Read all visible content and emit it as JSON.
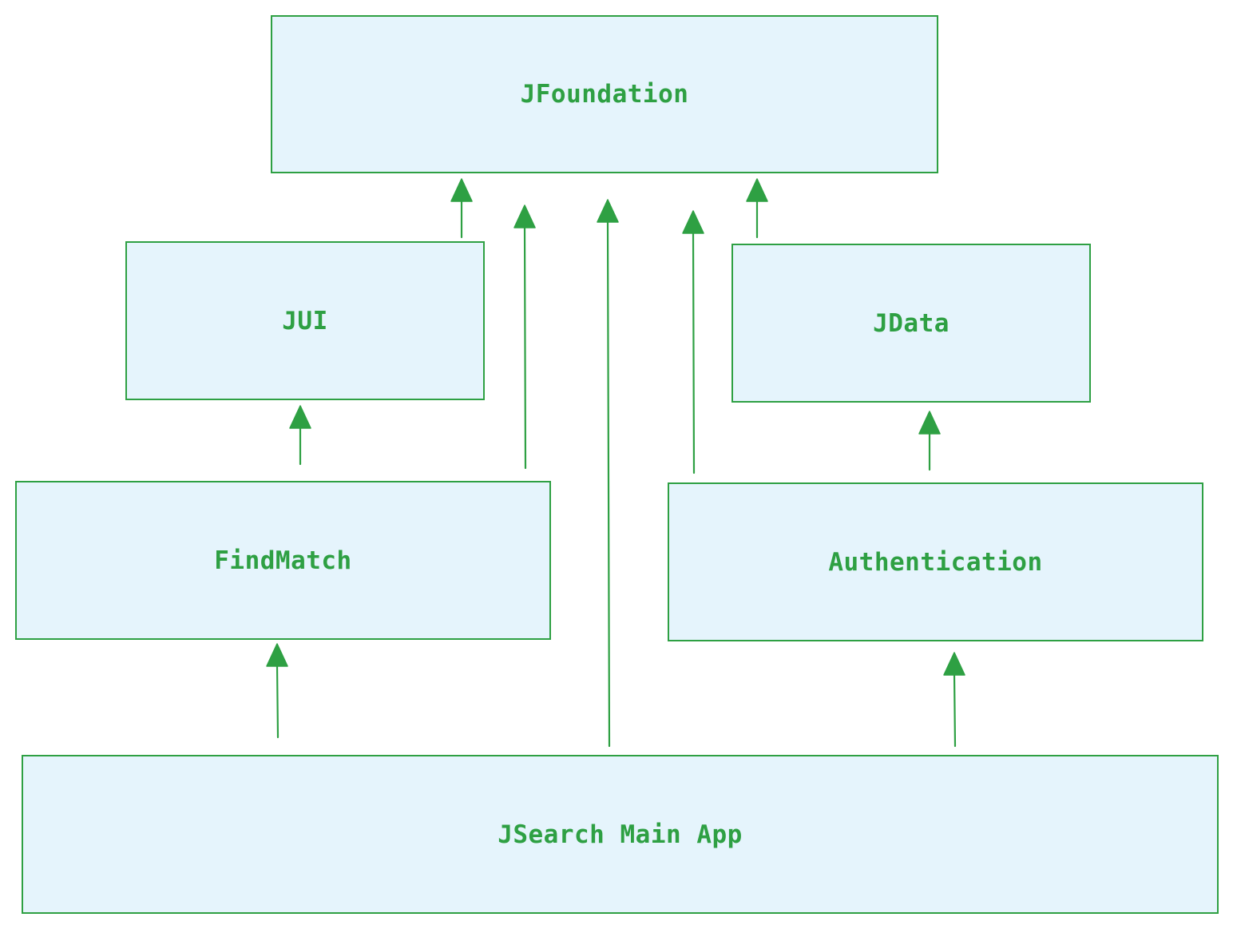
{
  "diagram": {
    "nodes": {
      "jfoundation": "JFoundation",
      "jui": "JUI",
      "jdata": "JData",
      "findmatch": "FindMatch",
      "authentication": "Authentication",
      "main": "JSearch Main App"
    },
    "edges": [
      {
        "from": "JUI",
        "to": "JFoundation"
      },
      {
        "from": "FindMatch",
        "to": "JFoundation"
      },
      {
        "from": "JSearch Main App",
        "to": "JFoundation"
      },
      {
        "from": "Authentication",
        "to": "JFoundation"
      },
      {
        "from": "JData",
        "to": "JFoundation"
      },
      {
        "from": "FindMatch",
        "to": "JUI"
      },
      {
        "from": "Authentication",
        "to": "JData"
      },
      {
        "from": "JSearch Main App",
        "to": "FindMatch"
      },
      {
        "from": "JSearch Main App",
        "to": "Authentication"
      }
    ],
    "colors": {
      "stroke": "#2ea043",
      "fill": "#e5f4fc",
      "text": "#2ea043"
    }
  }
}
